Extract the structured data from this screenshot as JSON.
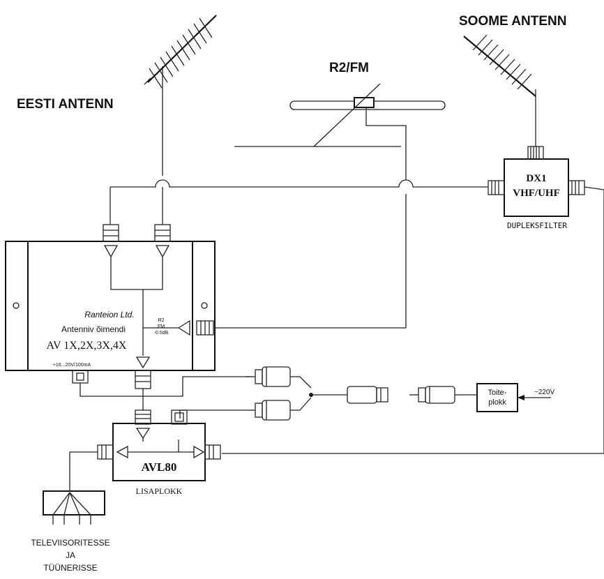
{
  "labels": {
    "eesti_antenn": "EESTI ANTENN",
    "soome_antenn": "SOOME ANTENN",
    "r2fm": "R2/FM",
    "dx1_line1": "DX1",
    "dx1_line2": "VHF/UHF",
    "dupleksfilter": "DUPLEKSFILTER",
    "ranteion": "Ranteion Ltd.",
    "antenniv": "Antenniv õimendi",
    "av_model": "AV 1X,2X,3X,4X",
    "power": "+16...20V/100mA",
    "r2_small": "R2",
    "fm_small": "FM",
    "db_small": "-0.5dB",
    "avl80": "AVL80",
    "lisaplokk": "LISAPLOKK",
    "toite1": "Toite-",
    "toite2": "plokk",
    "v220": "~220V",
    "tv1": "TELEVIISORITESSE",
    "tv2": "JA",
    "tv3": "TÜÜNERISSE"
  }
}
